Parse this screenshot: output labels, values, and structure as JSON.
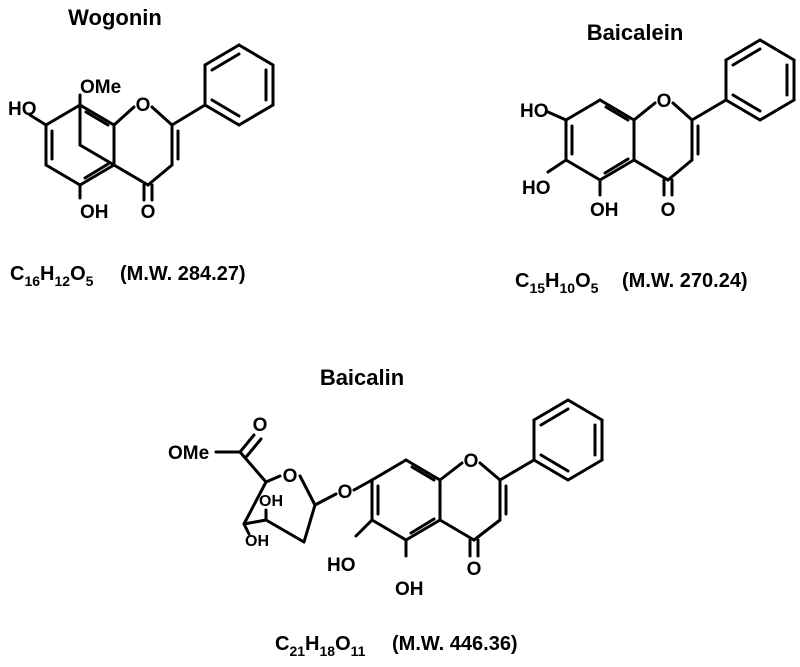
{
  "wogonin": {
    "name": "Wogonin",
    "formula": {
      "C": "16",
      "H": "12",
      "O": "5"
    },
    "mw": "(M.W. 284.27)",
    "labels": {
      "ome": "OMe",
      "ho": "HO",
      "o_ring": "O",
      "oh": "OH",
      "o_carbonyl": "O"
    }
  },
  "baicalein": {
    "name": "Baicalein",
    "formula": {
      "C": "15",
      "H": "10",
      "O": "5"
    },
    "mw": "(M.W. 270.24)",
    "labels": {
      "ho_top": "HO",
      "ho_mid": "HO",
      "o_ring": "O",
      "oh": "OH",
      "o_carbonyl": "O"
    }
  },
  "baicalin": {
    "name": "Baicalin",
    "formula": {
      "C": "21",
      "H": "18",
      "O": "11"
    },
    "mw": "(M.W. 446.36)",
    "labels": {
      "o_ester": "O",
      "ome": "OMe",
      "o_sugar": "O",
      "o_glycosidic": "O",
      "oh_sugar_1": "OH",
      "oh_sugar_2": "OH",
      "o_ring": "O",
      "ho": "HO",
      "oh": "OH",
      "o_carbonyl": "O"
    }
  }
}
